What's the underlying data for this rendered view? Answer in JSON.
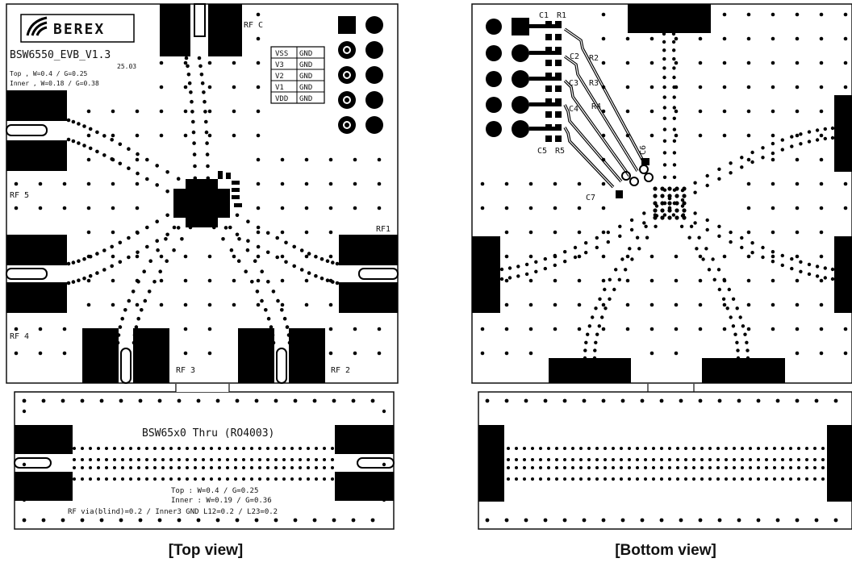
{
  "top_view": {
    "logo_text": "BEREX",
    "board_name": "BSW6550_EVB_V1.3",
    "date_code": "25.03",
    "stack_top": "Top , W=0.4 / G=0.25",
    "stack_inner": "Inner , W=0.18 / G=0.38",
    "ports": {
      "rfc": "RF C",
      "rf1": "RF1",
      "rf2": "RF 2",
      "rf3": "RF 3",
      "rf4": "RF 4",
      "rf5": "RF 5"
    },
    "supply_table": [
      {
        "net": "VSS",
        "pin": "GND"
      },
      {
        "net": "V3",
        "pin": "GND"
      },
      {
        "net": "V2",
        "pin": "GND"
      },
      {
        "net": "V1",
        "pin": "GND"
      },
      {
        "net": "VDD",
        "pin": "GND"
      }
    ],
    "caption": "[Top view]"
  },
  "thru_board": {
    "title": "BSW65x0 Thru (RO4003)",
    "spec_top": "Top : W=0.4 / G=0.25",
    "spec_inner": "Inner : W=0.19 / G=0.36",
    "spec_footer": "RF via(blind)=0.2 / Inner3 GND    L12=0.2 / L23=0.2"
  },
  "bottom_view": {
    "components": {
      "c1": "C1",
      "r1": "R1",
      "c2": "C2",
      "r2": "R2",
      "c3": "C3",
      "r3": "R3",
      "c4": "C4",
      "r4": "R4",
      "c5": "C5",
      "r5": "R5",
      "c6": "C6",
      "c7": "C7"
    },
    "caption": "[Bottom view]"
  },
  "colors": {
    "copper": "#000000",
    "board": "#ffffff",
    "silkscreen": "#111111"
  }
}
